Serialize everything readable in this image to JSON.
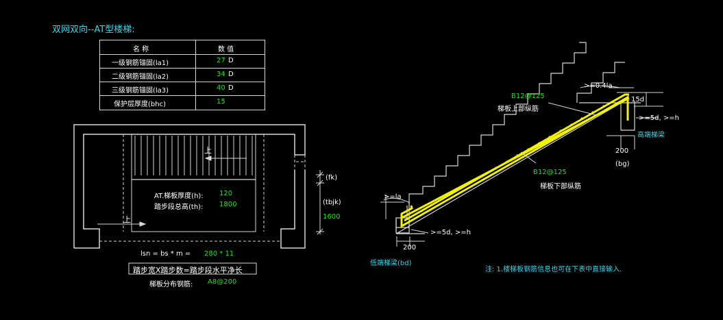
{
  "title": "双网双向--AT型楼梯:",
  "table": {
    "headers": [
      "名  称",
      "数  值"
    ],
    "rows": [
      {
        "name": "一级钢筋锚固(la1)",
        "value": "27",
        "unit": "D"
      },
      {
        "name": "二级钢筋锚固(la2)",
        "value": "34",
        "unit": "D"
      },
      {
        "name": "三级钢筋锚固(la3)",
        "value": "40",
        "unit": "D"
      },
      {
        "name": "保护层厚度(bhc)",
        "value": "15",
        "unit": ""
      }
    ]
  },
  "plan": {
    "up_label_1": "上",
    "up_label_2": "上",
    "thickness_label": "AT.梯板厚度(h):",
    "thickness_value": "120",
    "height_label": "踏步段总高(th):",
    "height_value": "1800",
    "fk_label": "(fk)",
    "tbjk_label": "(tbjk)",
    "tbjk_value": "1600",
    "lsn_formula": "lsn = bs * m = ",
    "lsn_value": "280 * 11",
    "lsn_note": "踏步宽X踏步数=踏步段水平净长",
    "dist_label": "梯板分布钢筋:",
    "dist_value": "A8@200"
  },
  "section": {
    "top_rebar_code": "B12@125",
    "top_rebar_label": "梯板上部纵筋",
    "bottom_rebar_code": "B12@125",
    "bottom_rebar_label": "梯板下部纵筋",
    "la_top": ">=0.4la",
    "d15": "15d",
    "hook_top": ">=5d, >=h",
    "high_beam": "高端梯梁",
    "high_width": "200",
    "high_code": "(bg)",
    "la_bottom": ">=la",
    "hook_bottom": ">=5d, >=h",
    "low_width": "200",
    "low_beam": "低端梯梁(bd)"
  },
  "note": "注: 1.楼梯板钢筋信息也可在下表中直接输入.",
  "colors": {
    "line": "#d8d8d8",
    "value": "#22e022",
    "accent": "#3fd3e6",
    "rebar": "#f2f20a"
  }
}
